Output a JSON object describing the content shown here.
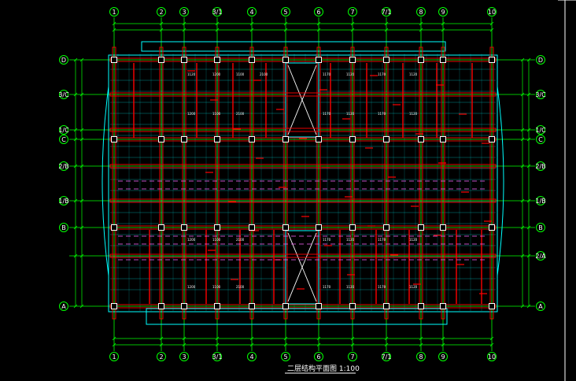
{
  "drawing": {
    "title": "二层结构平面图 1:100",
    "colors": {
      "background": "#000000",
      "grid": "#00ff00",
      "beam": "#ff0000",
      "outline": "#00ffff",
      "secondary": "#ff66ff",
      "column": "#ffffff",
      "text": "#ffffff"
    },
    "axes_x": [
      "1",
      "2",
      "3",
      "3/1",
      "4",
      "5",
      "6",
      "7",
      "7/1",
      "8",
      "9",
      "10"
    ],
    "axes_y_left": [
      "D",
      "3/C",
      "1/C",
      "C",
      "2/B",
      "1/B",
      "B",
      "A"
    ],
    "axes_y_right": [
      "D",
      "3/C",
      "1/C",
      "C",
      "2/B",
      "1/B",
      "B",
      "2/A",
      "A"
    ],
    "beam_tags": [
      "1120",
      "1200",
      "1100",
      "2100",
      "1170",
      "1120",
      "1170"
    ]
  }
}
